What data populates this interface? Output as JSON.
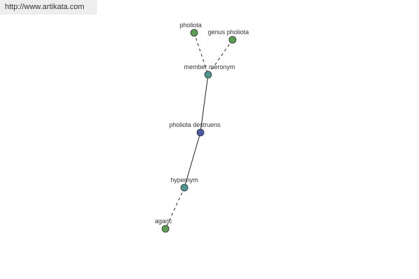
{
  "header": {
    "source_link": "http://www.artikata.com"
  },
  "colors": {
    "green_node": "#5c9d55",
    "teal_node": "#4f9592",
    "blue_node": "#4b59a2"
  },
  "graph": {
    "nodes": [
      {
        "id": "pholiota",
        "label": "pholiota",
        "color": "#5c9d55"
      },
      {
        "id": "genus-pholiota",
        "label": "genus pholiota",
        "color": "#5c9d55"
      },
      {
        "id": "member-meronym",
        "label": "member meronym",
        "color": "#4f9592"
      },
      {
        "id": "pholiota-destruens",
        "label": "pholiota destruens",
        "color": "#4b59a2"
      },
      {
        "id": "hypernym",
        "label": "hypernym",
        "color": "#4f9592"
      },
      {
        "id": "agaric",
        "label": "agaric",
        "color": "#5c9d55"
      }
    ],
    "edges": [
      {
        "from": "pholiota",
        "to": "member-meronym",
        "style": "dashed"
      },
      {
        "from": "genus-pholiota",
        "to": "member-meronym",
        "style": "dashed"
      },
      {
        "from": "member-meronym",
        "to": "pholiota-destruens",
        "style": "solid"
      },
      {
        "from": "pholiota-destruens",
        "to": "hypernym",
        "style": "solid"
      },
      {
        "from": "hypernym",
        "to": "agaric",
        "style": "dashed"
      }
    ]
  }
}
